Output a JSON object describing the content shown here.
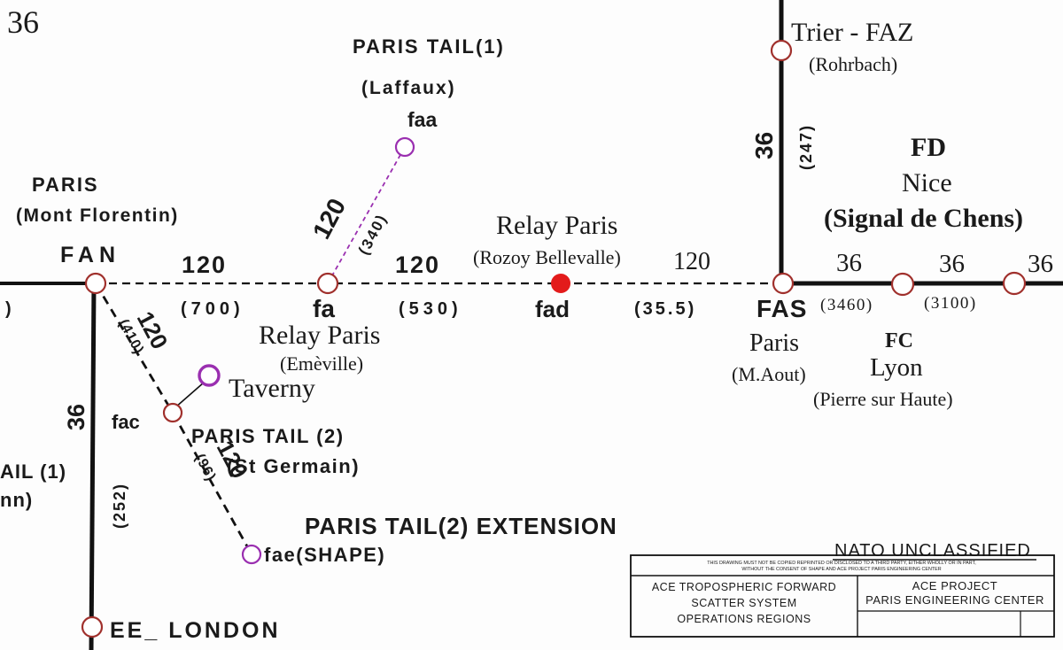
{
  "corner_label": "36",
  "stations": {
    "fan": {
      "code": "FAN",
      "name": "PARIS",
      "location": "(Mont Florentin)"
    },
    "fa": {
      "code": "fa",
      "name": "Relay Paris",
      "location": "(Emèville)"
    },
    "faa": {
      "code": "faa",
      "name": "PARIS TAIL(1)",
      "location": "(Laffaux)"
    },
    "fad": {
      "code": "fad",
      "name": "Relay Paris",
      "location": "(Rozoy Bellevalle)"
    },
    "fas": {
      "code": "FAS",
      "name": "Paris",
      "location": "(M.Aout)"
    },
    "faz": {
      "name": "Trier - FAZ",
      "location": "(Rohrbach)"
    },
    "fd": {
      "code": "FD",
      "name": "Nice",
      "location": "(Signal de Chens)"
    },
    "fc": {
      "code": "FC",
      "name": "Lyon",
      "location": "(Pierre sur Haute)"
    },
    "fac": {
      "code": "fac",
      "name": "PARIS TAIL (2)",
      "location": "(St Germain)"
    },
    "taverny": {
      "name": "Taverny"
    },
    "fae": {
      "code": "fae(SHAPE)",
      "name": "PARIS TAIL(2) EXTENSION"
    },
    "ee": {
      "name": "EE_ LONDON"
    },
    "left_partial": {
      "line1": "AIL (1)",
      "line2": "nn)"
    }
  },
  "links": {
    "fan_fa": {
      "channels": "120",
      "distance": "(700)"
    },
    "fa_fad": {
      "channels": "120",
      "distance": "(530)"
    },
    "fad_fas": {
      "channels": "120",
      "distance": "(35.5)"
    },
    "fa_faa": {
      "channels": "120",
      "distance": "(340)"
    },
    "fas_faz": {
      "channels": "36",
      "distance": "(247)"
    },
    "fas_fc": {
      "channels": "36",
      "distance": "(3460)"
    },
    "fc_fd": {
      "channels": "36",
      "distance": "(3100)"
    },
    "fd_east": {
      "channels": "36"
    },
    "fan_ee": {
      "channels": "36",
      "distance": "(252)"
    },
    "fan_fac": {
      "channels": "120",
      "distance": "(410)"
    },
    "fac_fae": {
      "channels": "120",
      "distance": "(96)"
    },
    "left_stub": {
      "distance": ")"
    }
  },
  "title_block": {
    "classification": "NATO UNCLASSIFIED",
    "notice_line1": "THIS DRAWING MUST NOT BE COPIED REPRINTED OR DISCLOSED TO A THIRD PARTY, EITHER WHOLLY OR IN PART,",
    "notice_line2": "WITHOUT THE CONSENT OF SHAPE AND ACE PROJECT PARIS ENGINEERING CENTER",
    "left_line1": "ACE TROPOSPHERIC FORWARD",
    "left_line2": "SCATTER SYSTEM",
    "left_line3": "OPERATIONS REGIONS",
    "right_line1": "ACE PROJECT",
    "right_line2": "PARIS ENGINEERING CENTER"
  },
  "colors": {
    "line": "#111111",
    "node_outline": "#a0302c",
    "relay_dot": "#e31b1b",
    "tail_link": "#9a2fb0"
  }
}
